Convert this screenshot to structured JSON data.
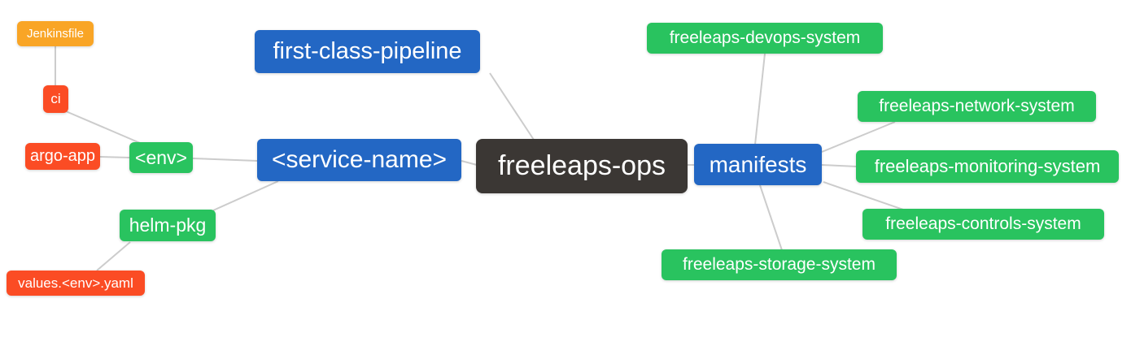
{
  "diagram": {
    "type": "mindmap",
    "root_label": "freeleaps-ops",
    "palette": {
      "blue": "#2367C4",
      "green": "#29C35F",
      "red": "#FB4C24",
      "orange": "#F9A526",
      "dark": "#3B3734",
      "edge": "#CCCCCC",
      "text": "#FFFFFF",
      "background": "#FFFFFF"
    },
    "nodes": [
      {
        "id": "jenkinsfile",
        "label": "Jenkinsfile",
        "color": "orange"
      },
      {
        "id": "ci",
        "label": "ci",
        "color": "red"
      },
      {
        "id": "argo-app",
        "label": "argo-app",
        "color": "red"
      },
      {
        "id": "env",
        "label": "<env>",
        "color": "green"
      },
      {
        "id": "helm-pkg",
        "label": "helm-pkg",
        "color": "green"
      },
      {
        "id": "values-env-yaml",
        "label": "values.<env>.yaml",
        "color": "red"
      },
      {
        "id": "first-class-pipeline",
        "label": "first-class-pipeline",
        "color": "blue"
      },
      {
        "id": "service-name",
        "label": "<service-name>",
        "color": "blue"
      },
      {
        "id": "freeleaps-ops",
        "label": "freeleaps-ops",
        "color": "dark"
      },
      {
        "id": "manifests",
        "label": "manifests",
        "color": "blue"
      },
      {
        "id": "freeleaps-devops-system",
        "label": "freeleaps-devops-system",
        "color": "green"
      },
      {
        "id": "freeleaps-network-system",
        "label": "freeleaps-network-system",
        "color": "green"
      },
      {
        "id": "freeleaps-monitoring-system",
        "label": "freeleaps-monitoring-system",
        "color": "green"
      },
      {
        "id": "freeleaps-controls-system",
        "label": "freeleaps-controls-system",
        "color": "green"
      },
      {
        "id": "freeleaps-storage-system",
        "label": "freeleaps-storage-system",
        "color": "green"
      }
    ],
    "edges": [
      {
        "from": "Jenkinsfile",
        "to": "ci"
      },
      {
        "from": "ci",
        "to": "<env>"
      },
      {
        "from": "argo-app",
        "to": "<env>"
      },
      {
        "from": "<env>",
        "to": "<service-name>"
      },
      {
        "from": "helm-pkg",
        "to": "<service-name>"
      },
      {
        "from": "values.<env>.yaml",
        "to": "helm-pkg"
      },
      {
        "from": "first-class-pipeline",
        "to": "freeleaps-ops"
      },
      {
        "from": "<service-name>",
        "to": "freeleaps-ops"
      },
      {
        "from": "freeleaps-ops",
        "to": "manifests"
      },
      {
        "from": "manifests",
        "to": "freeleaps-devops-system"
      },
      {
        "from": "manifests",
        "to": "freeleaps-network-system"
      },
      {
        "from": "manifests",
        "to": "freeleaps-monitoring-system"
      },
      {
        "from": "manifests",
        "to": "freeleaps-controls-system"
      },
      {
        "from": "manifests",
        "to": "freeleaps-storage-system"
      }
    ]
  }
}
